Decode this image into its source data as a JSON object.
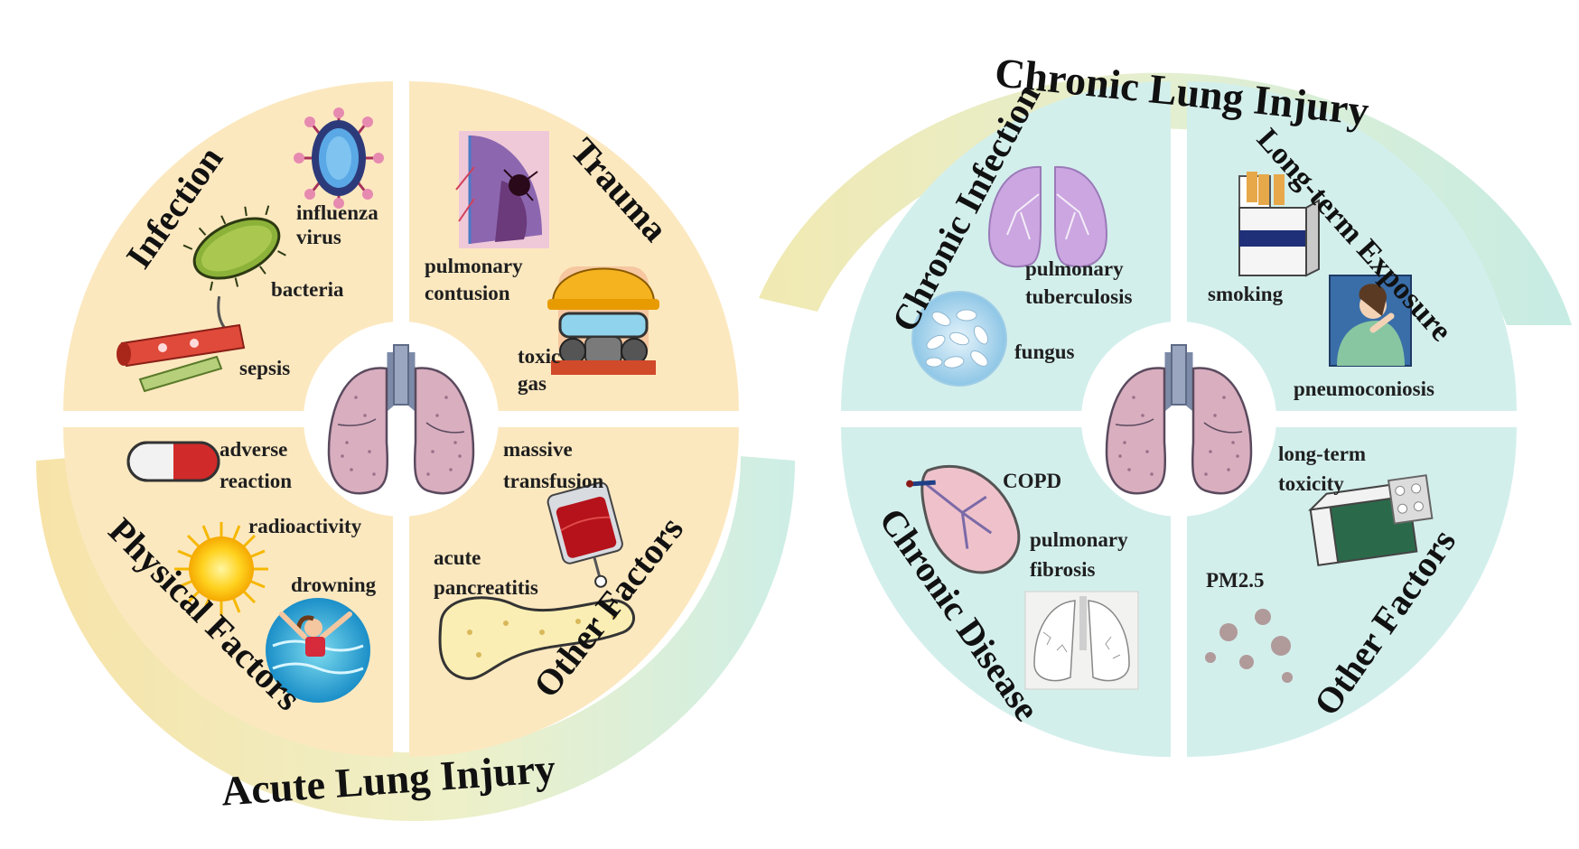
{
  "acute": {
    "title": "Acute Lung Injury",
    "quadrants": {
      "infection": "Infection",
      "trauma": "Trauma",
      "physical": "Physical  Factors",
      "other": "Other Factors"
    },
    "labels": {
      "influenza_1": "influenza",
      "influenza_2": "virus",
      "bacteria": "bacteria",
      "sepsis": "sepsis",
      "contusion_1": "pulmonary",
      "contusion_2": "contusion",
      "toxic_1": "toxic",
      "toxic_2": "gas",
      "adverse_1": "adverse",
      "adverse_2": "reaction",
      "radioactivity": "radioactivity",
      "drowning": "drowning",
      "transfusion_1": "massive",
      "transfusion_2": "transfusion",
      "pancreatitis_1": "acute",
      "pancreatitis_2": "pancreatitis"
    }
  },
  "chronic": {
    "title": "Chronic Lung Injury",
    "quadrants": {
      "infection": "Chronic Infection",
      "exposure": "Long-term Exposure",
      "disease": "Chronic Disease",
      "other": "Other Factors"
    },
    "labels": {
      "tb_1": "pulmonary",
      "tb_2": "tuberculosis",
      "fungus": "fungus",
      "smoking": "smoking",
      "pneumoconiosis": "pneumoconiosis",
      "copd": "COPD",
      "fibrosis_1": "pulmonary",
      "fibrosis_2": "fibrosis",
      "toxicity_1": "long-term",
      "toxicity_2": "toxicity",
      "pm": "PM2.5"
    }
  },
  "colors": {
    "acute_fill": "#fce8bf",
    "chronic_fill": "#d3efec",
    "lung": "#d9aebf"
  }
}
